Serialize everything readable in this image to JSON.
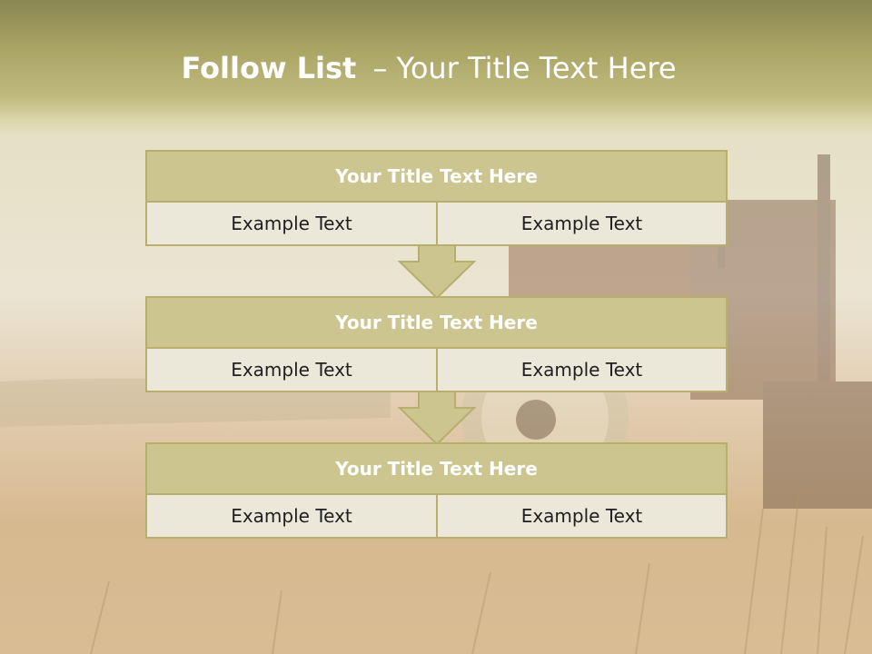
{
  "title": {
    "bold": "Follow List",
    "rest": "– Your Title Text Here"
  },
  "blocks": [
    {
      "heading": "Your Title Text Here",
      "left": "Example Text",
      "right": "Example Text"
    },
    {
      "heading": "Your Title Text Here",
      "left": "Example Text",
      "right": "Example Text"
    },
    {
      "heading": "Your Title Text Here",
      "left": "Example Text",
      "right": "Example Text"
    }
  ],
  "colors": {
    "header": "#a9a364",
    "box_fill": "#ebe8d9",
    "box_head": "#cdc58f",
    "border": "#b8ae6e",
    "arrow": "#cdc58f"
  }
}
